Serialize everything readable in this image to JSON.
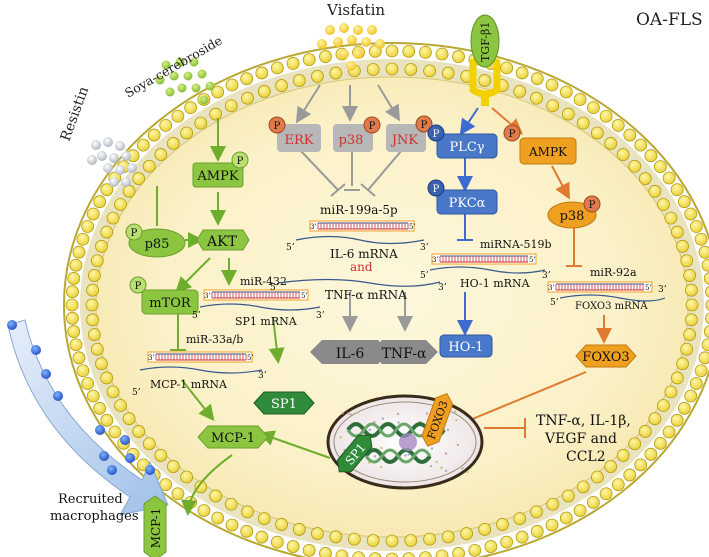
{
  "title": "OA-FLS",
  "inputs": {
    "visfatin": "Visfatin",
    "soya": "Soya-cerebroside",
    "resistin": "Resistin",
    "tgf": "TGF-β1"
  },
  "phospho": "P",
  "left_pathway": {
    "ampk": "AMPK",
    "akt": "AKT",
    "p85": "p85",
    "mtor": "mTOR",
    "mir432": "miR-432",
    "sp1_mrna": "SP1 mRNA",
    "mir33": "miR-33a/b",
    "mcp1_mrna": "MCP-1 mRNA",
    "sp1": "SP1",
    "mcp1": "MCP-1",
    "prime5": "5’",
    "prime3": "3’"
  },
  "visfatin_pathway": {
    "erk": "ERK",
    "p38": "p38",
    "jnk": "JNK",
    "mir199": "miR-199a-5p",
    "il6_mrna": "IL-6 mRNA",
    "and": "and",
    "tnf_mrna": "TNF-α mRNA",
    "il6": "IL-6",
    "tnfa": "TNF-α"
  },
  "tgf_pathway": {
    "plcg": "PLCγ",
    "pkca": "PKCα",
    "mir519": "miRNA-519b",
    "ho1_mrna": "HO-1 mRNA",
    "ho1": "HO-1",
    "ampk": "AMPK",
    "p38": "p38",
    "mir92": "miR-92a",
    "foxo3_mrna": "FOXO3 mRNA",
    "foxo3": "FOXO3"
  },
  "nucleus": {
    "sp1": "SP1",
    "foxo3": "FOXO3"
  },
  "outputs": {
    "line1": "TNF-α, IL-1β,",
    "line2": "VEGF and",
    "line3": "CCL2"
  },
  "macrophages": {
    "line1": "Recruited",
    "line2": "macrophages",
    "mcp1": "MCP-1"
  },
  "colors": {
    "membrane_head": "#f2e25a",
    "cytoplasm": "#fbf3cf",
    "green": "#8cc640",
    "grey": "#9a9a9a",
    "blue": "#4a78c8",
    "orange": "#f0a020",
    "red_text": "#d0312d",
    "p_circle": "#e07a4a"
  }
}
